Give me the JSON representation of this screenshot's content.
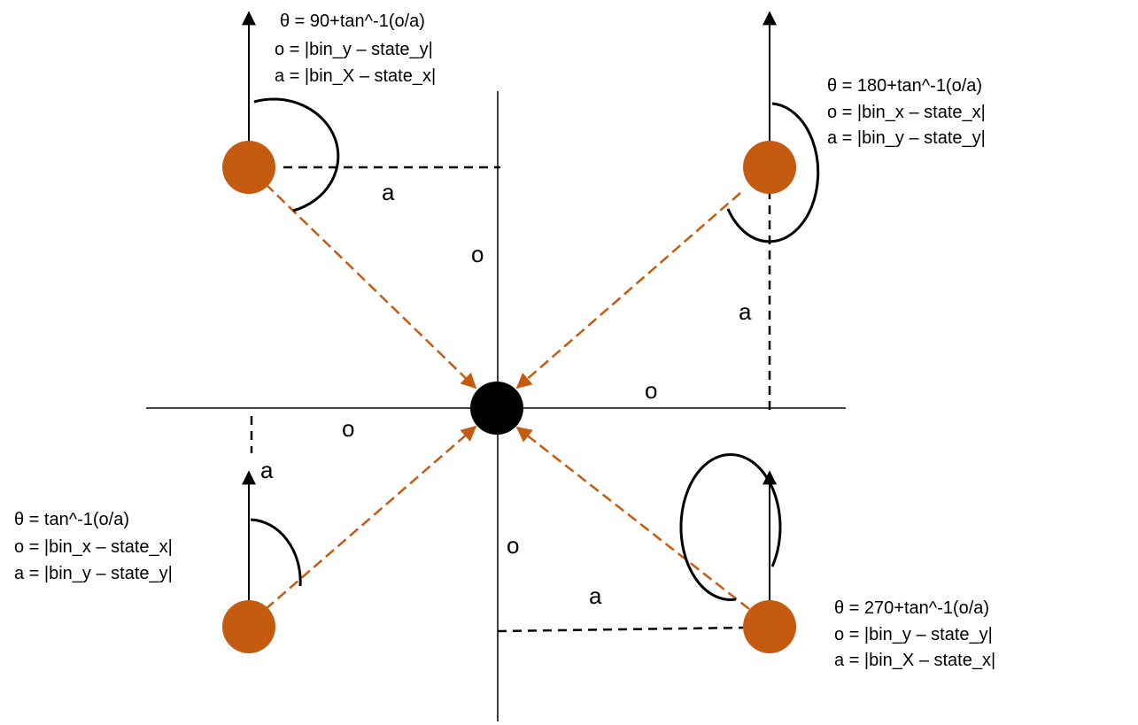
{
  "colors": {
    "bin": "#C55A11",
    "state": "#000000",
    "vector": "#C55A11",
    "line": "#000000"
  },
  "quadrants": {
    "top_left": {
      "equations": [
        "θ = 90+tan^-1(o/a)",
        "o = |bin_y – state_y|",
        "a = |bin_X – state_x|"
      ],
      "labels": {
        "a": "a",
        "o": "o"
      }
    },
    "top_right": {
      "equations": [
        "θ = 180+tan^-1(o/a)",
        "o = |bin_x – state_x|",
        "a = |bin_y – state_y|"
      ],
      "labels": {
        "a": "a",
        "o": "o"
      }
    },
    "bottom_left": {
      "equations": [
        "θ = tan^-1(o/a)",
        "o = |bin_x – state_x|",
        "a = |bin_y – state_y|"
      ],
      "labels": {
        "a": "a",
        "o": "o"
      }
    },
    "bottom_right": {
      "equations": [
        "θ = 270+tan^-1(o/a)",
        "o = |bin_y – state_y|",
        "a = |bin_X – state_x|"
      ],
      "labels": {
        "a": "a",
        "o": "o"
      }
    }
  }
}
